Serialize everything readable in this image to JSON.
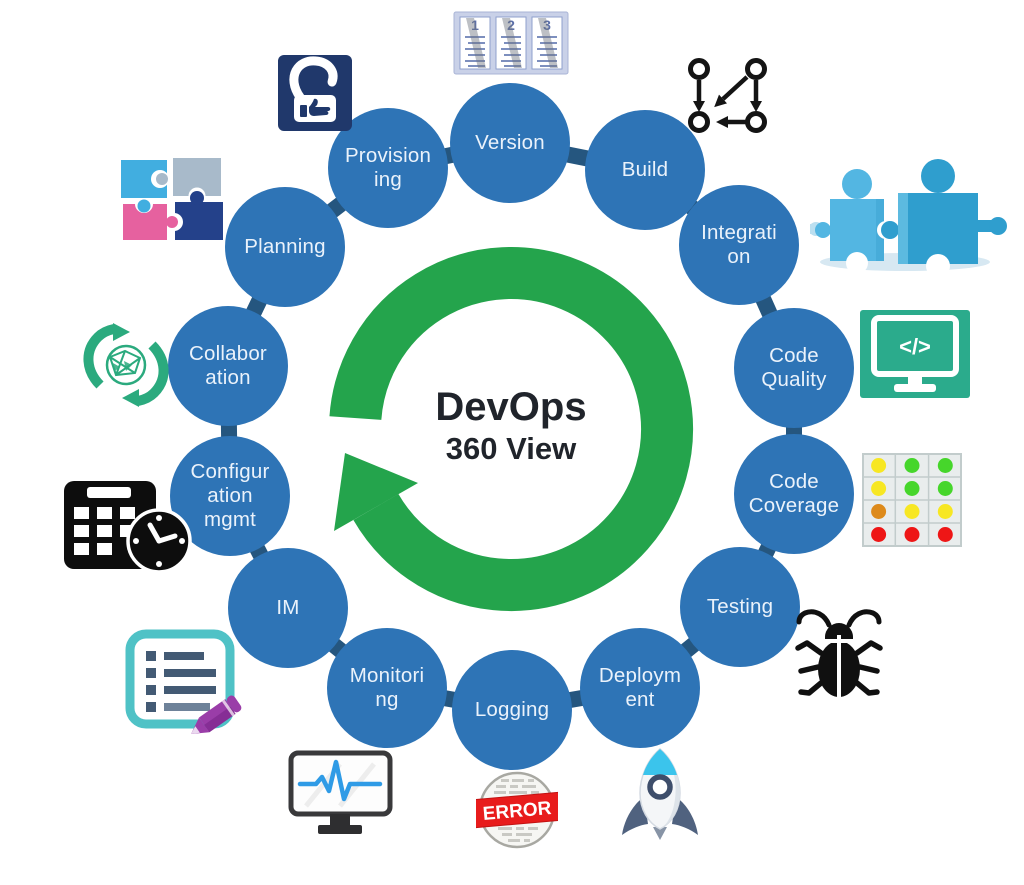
{
  "title": {
    "line1": "DevOps",
    "line2": "360 View"
  },
  "nodes": [
    {
      "id": "version",
      "label": "Version",
      "icon": "version-list-icon"
    },
    {
      "id": "build",
      "label": "Build",
      "icon": "build-graph-icon"
    },
    {
      "id": "integration",
      "label": "Integrati\non",
      "icon": "integration-puzzle-icon"
    },
    {
      "id": "code-quality",
      "label": "Code\nQuality",
      "icon": "code-quality-monitor-icon"
    },
    {
      "id": "code-coverage",
      "label": "Code\nCoverage",
      "icon": "code-coverage-grid-icon"
    },
    {
      "id": "testing",
      "label": "Testing",
      "icon": "testing-bug-icon"
    },
    {
      "id": "deployment",
      "label": "Deploym\nent",
      "icon": "deployment-rocket-icon"
    },
    {
      "id": "logging",
      "label": "Logging",
      "icon": "logging-error-icon"
    },
    {
      "id": "monitoring",
      "label": "Monitori\nng",
      "icon": "monitoring-pulse-icon"
    },
    {
      "id": "im",
      "label": "IM",
      "icon": "im-notes-icon"
    },
    {
      "id": "configuration-mgmt",
      "label": "Configur\nation\nmgmt",
      "icon": "configuration-calendar-clock-icon"
    },
    {
      "id": "collaboration",
      "label": "Collabor\nation",
      "icon": "collaboration-globe-icon"
    },
    {
      "id": "planning",
      "label": "Planning",
      "icon": "planning-puzzle-icon"
    },
    {
      "id": "provisioning",
      "label": "Provision\ning",
      "icon": "provisioning-lock-icon"
    }
  ],
  "icon_texts": {
    "version_numbers": [
      "1",
      "2",
      "3"
    ],
    "code_quality": "</>",
    "logging_error": "ERROR"
  },
  "colors": {
    "node_fill": "#2E74B6",
    "node_text": "#EAF2FB",
    "connector": "#25567F",
    "cycle_arrow_green": "#24A44C",
    "title_text": "#20242B",
    "code_quality_green": "#2BAB8C",
    "coverage_yellow": "#F7E723",
    "coverage_green": "#46D62B",
    "coverage_orange": "#DD8A1B",
    "coverage_red": "#EE1616",
    "error_red": "#E81C1C"
  }
}
